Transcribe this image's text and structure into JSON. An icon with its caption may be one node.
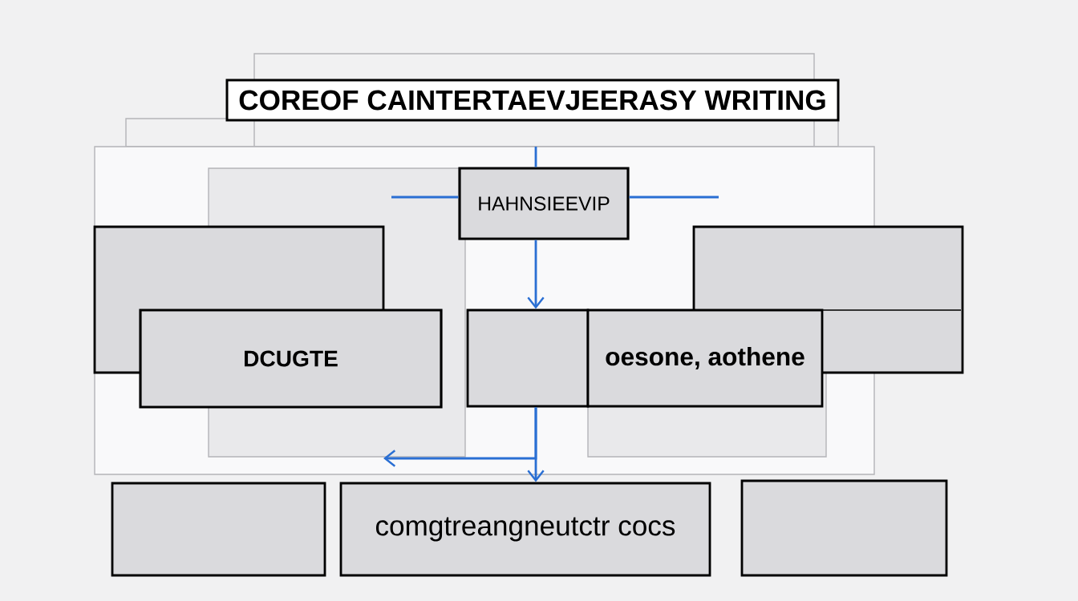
{
  "diagram": {
    "title": "COREOF CAINTERTAEVJEERASY WRITING",
    "nodes": [
      {
        "text": [
          "HAHNSIEEVIP"
        ]
      },
      {
        "text": [],
        "shape": "box"
      },
      {
        "text": [],
        "shape": "box"
      },
      {
        "text": [
          "DCUGTE"
        ]
      },
      {
        "text": [],
        "shape": "box"
      },
      {
        "text": [
          "oesone, aothene"
        ]
      },
      {
        "text": [],
        "shape": "box"
      },
      {
        "text": [
          "comgtreangneutctr cocs"
        ]
      },
      {
        "text": [],
        "shape": "box"
      }
    ],
    "edges": [
      {
        "from": null,
        "to": 0,
        "arrow": "none"
      },
      {
        "from": 0,
        "to": null,
        "arrow": "none"
      },
      {
        "from": 0,
        "to": null,
        "arrow": "none"
      },
      {
        "from": 0,
        "to": 4,
        "arrow": "to"
      },
      {
        "from": 4,
        "to": 7,
        "arrow": "to"
      },
      {
        "from": 4,
        "to": null,
        "arrow": "to"
      }
    ]
  }
}
